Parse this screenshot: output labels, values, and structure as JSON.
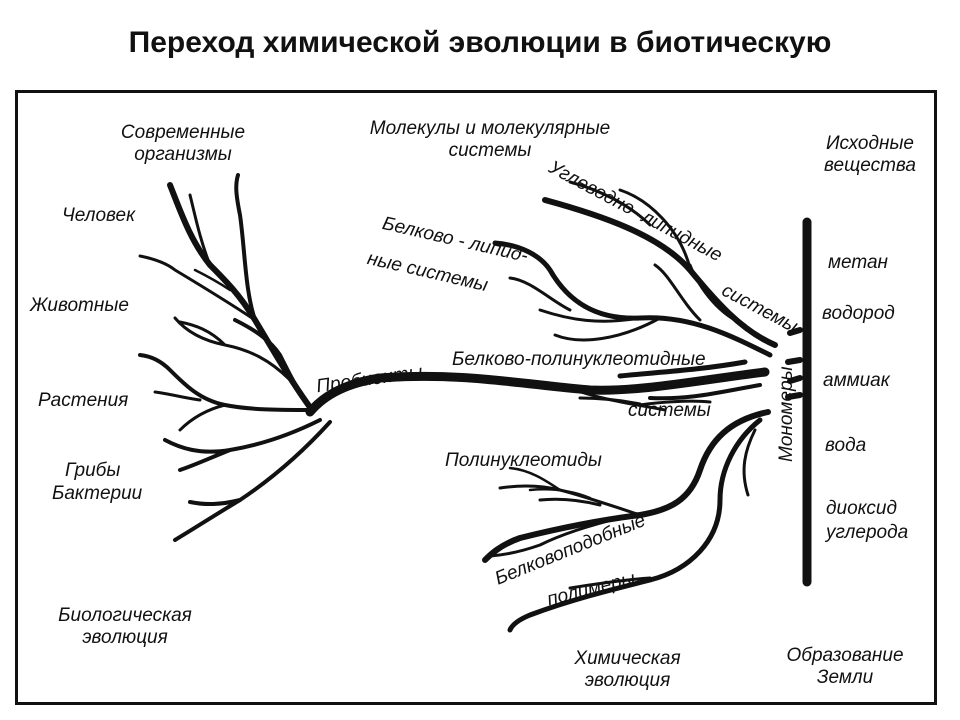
{
  "title": "Переход химической эволюции в биотическую",
  "labels": {
    "modern_organisms": "Современные организмы",
    "molecules": "Молекулы и молекулярные системы",
    "source_substances": "Исходные вещества",
    "human": "Человек",
    "animals": "Животные",
    "plants": "Растения",
    "fungi": "Грибы",
    "bacteria": "Бактерии",
    "probionts": "Пробионты",
    "carb_lipid_1": "Углеводно- липидные",
    "carb_lipid_2": "системы",
    "protein_lipid_1": "Белково - липид-",
    "protein_lipid_2": "ные системы",
    "protein_polynuc": "Белково-полинуклеотидные",
    "systems": "системы",
    "polynucleotides": "Полинуклеотиды",
    "protein_like_1": "Белковоподобные",
    "protein_like_2": "полимеры",
    "monomers": "Мономеры",
    "bio_evolution": "Биологическая эволюция",
    "chem_evolution": "Химическая эволюция",
    "earth_formation": "Образование Земли"
  },
  "substances": [
    "метан",
    "водород",
    "аммиак",
    "вода",
    "диоксид углерода"
  ],
  "colors": {
    "ink": "#111111",
    "background": "#ffffff"
  }
}
